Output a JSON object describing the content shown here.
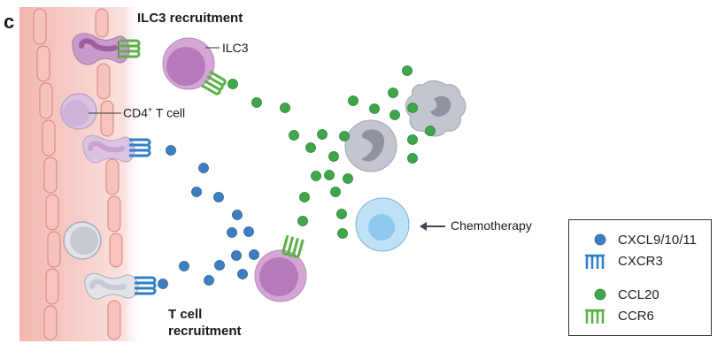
{
  "figure": {
    "panel_letter": "c",
    "headings": {
      "ilc3_recruitment": "ILC3 recruitment",
      "tcell_recruitment_line1": "T cell",
      "tcell_recruitment_line2": "recruitment"
    },
    "labels": {
      "ilc3": "ILC3",
      "cd4_t_cell_main": "CD4",
      "cd4_t_cell_sup": "+",
      "cd4_t_cell_rest": " T cell",
      "chemotherapy": "Chemotherapy"
    },
    "colors": {
      "chemokine_blue": "#3d7fc1",
      "chemokine_green": "#3fa64a",
      "receptor_blue": "#2f7fc8",
      "receptor_green": "#5bb046",
      "vessel": "#f6c9c4",
      "purple_cell": "#b679b9",
      "grey_cell": "#b9bcc6",
      "tumor_cell": "#bfe1f5"
    },
    "legend": {
      "items": [
        {
          "symbol": "blue-dot",
          "label": "CXCL9/10/11"
        },
        {
          "symbol": "blue-receptor",
          "label": "CXCR3"
        },
        {
          "symbol": "green-dot",
          "label": "CCL20"
        },
        {
          "symbol": "green-receptor",
          "label": "CCR6"
        }
      ]
    }
  }
}
